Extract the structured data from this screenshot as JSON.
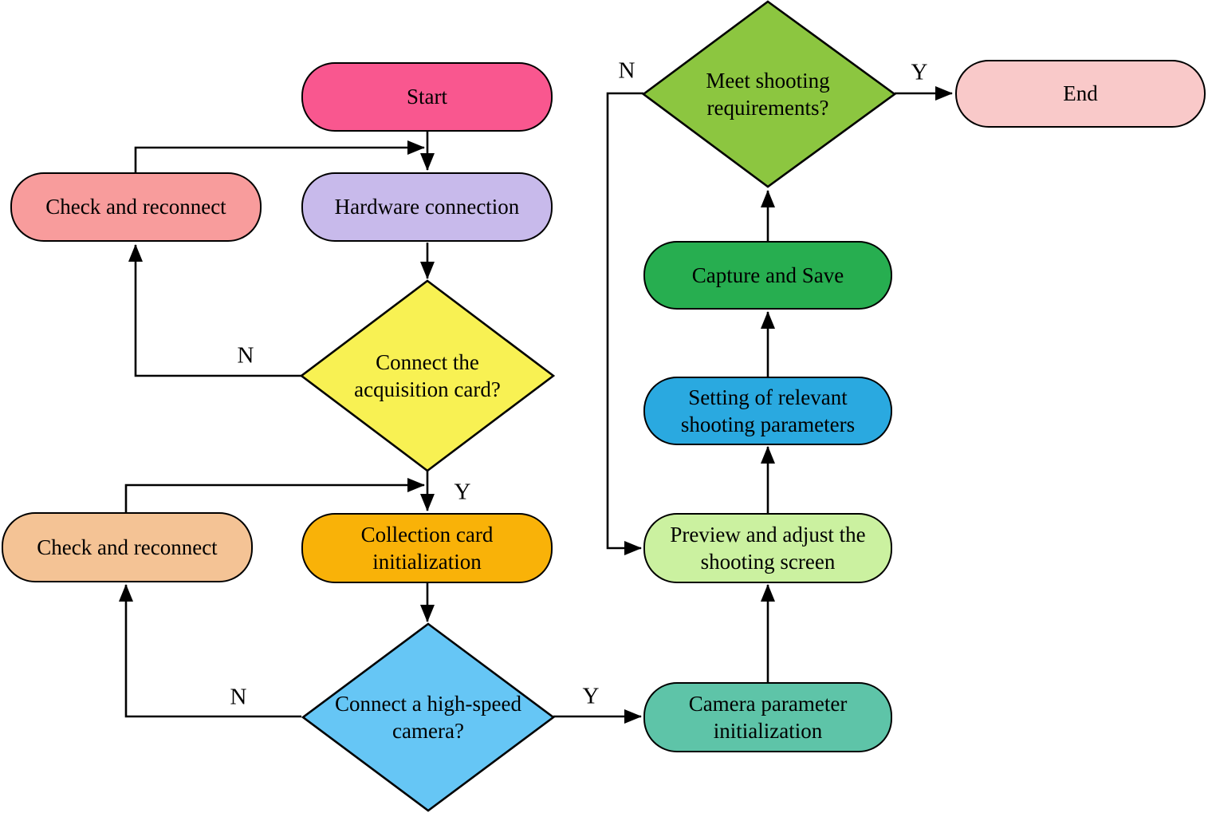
{
  "diagram": {
    "background": "#FFFFFF",
    "line_color": "#000000",
    "nodes": {
      "start": {
        "label": "Start",
        "type": "terminator",
        "fill": "#F9578F"
      },
      "check_reconnect_top": {
        "label": "Check and reconnect",
        "type": "process",
        "fill": "#F89C9C"
      },
      "hardware_connection": {
        "label": "Hardware connection",
        "type": "process",
        "fill": "#C8BAEB"
      },
      "acquisition_card": {
        "label": "Connect the acquisition card?",
        "type": "decision",
        "fill": "#F8F153"
      },
      "check_reconnect_bottom": {
        "label": "Check and reconnect",
        "type": "process",
        "fill": "#F4C395"
      },
      "collection_card": {
        "label": "Collection card initialization",
        "type": "process",
        "fill": "#F9B208"
      },
      "high_speed_camera": {
        "label": "Connect a high-speed camera?",
        "type": "decision",
        "fill": "#66C6F5"
      },
      "camera_parameter": {
        "label": "Camera parameter initialization",
        "type": "process",
        "fill": "#5EC4A8"
      },
      "preview_adjust": {
        "label": "Preview and adjust the shooting screen",
        "type": "process",
        "fill": "#CBF1A0"
      },
      "shooting_parameters": {
        "label": "Setting of relevant shooting parameters",
        "type": "process",
        "fill": "#2AA9E0"
      },
      "capture_save": {
        "label": "Capture and Save",
        "type": "process",
        "fill": "#27AE50"
      },
      "meet_requirements": {
        "label": "Meet shooting requirements?",
        "type": "decision",
        "fill": "#8CC640"
      },
      "end": {
        "label": "End",
        "type": "terminator",
        "fill": "#F9C9C9"
      }
    },
    "edge_labels": {
      "acquisition_no": "N",
      "acquisition_yes": "Y",
      "camera_no": "N",
      "camera_yes": "Y",
      "meet_no": "N",
      "meet_yes": "Y"
    }
  }
}
